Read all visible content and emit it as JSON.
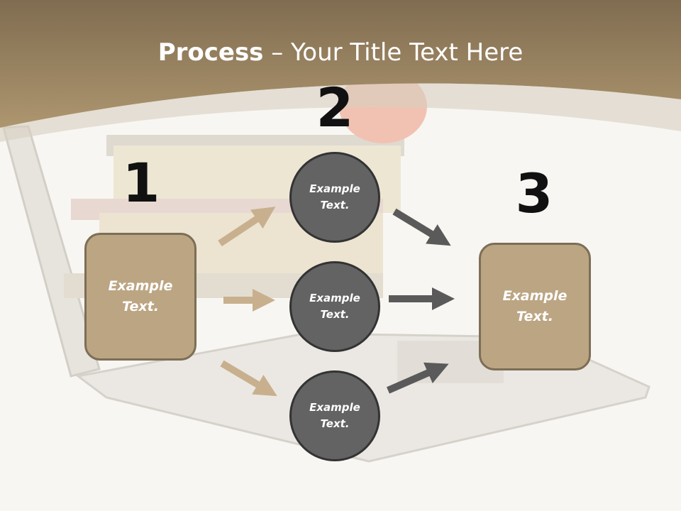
{
  "title": {
    "bold": "Process",
    "rest": " – Your Title Text Here"
  },
  "steps": [
    {
      "number": "1"
    },
    {
      "number": "2"
    },
    {
      "number": "3"
    }
  ],
  "boxes": {
    "left": "Example Text.",
    "right": "Example Text."
  },
  "circles": [
    {
      "text": "Example Text."
    },
    {
      "text": "Example Text."
    },
    {
      "text": "Example Text."
    }
  ],
  "colors": {
    "header": "#a68f6a",
    "box_fill": "#bca583",
    "box_border": "#7d6e56",
    "circle_fill": "#636363",
    "circle_border": "#333333",
    "arrow_tan": "#c8b08e",
    "arrow_gray": "#5a5a5a"
  }
}
